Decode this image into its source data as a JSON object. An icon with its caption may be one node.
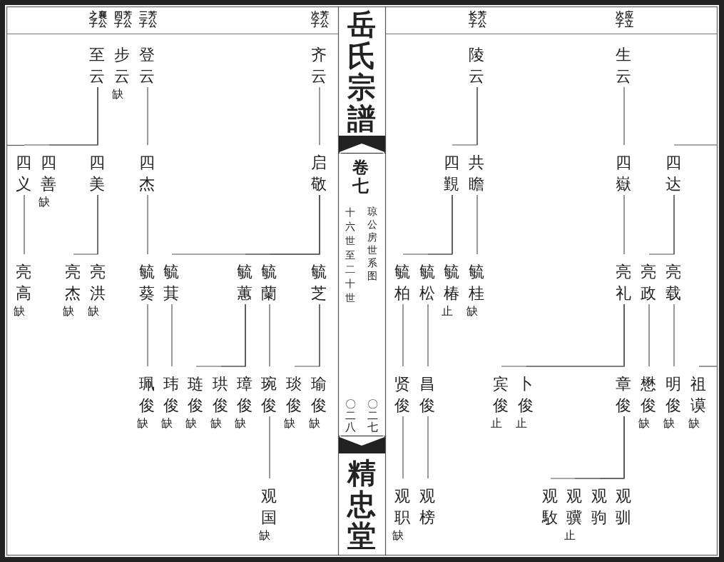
{
  "diagram": {
    "title": "岳氏宗譜",
    "nodes": [
      {
        "text": [
          "生云"
        ]
      },
      {
        "text": [
          "陵云"
        ]
      },
      {
        "text": [
          "四达"
        ]
      },
      {
        "text": [
          "四嶽"
        ]
      },
      {
        "text": [
          "共瞻"
        ]
      },
      {
        "text": [
          "四覲"
        ]
      },
      {
        "text": [
          "亮载"
        ]
      },
      {
        "text": [
          "亮政"
        ]
      },
      {
        "text": [
          "亮礼"
        ]
      },
      {
        "text": [
          "毓桂"
        ],
        "beside": [
          "缺"
        ]
      },
      {
        "text": [
          "毓椿"
        ],
        "beside": [
          "止"
        ]
      },
      {
        "text": [
          "毓松"
        ]
      },
      {
        "text": [
          "毓柏"
        ]
      },
      {
        "text": [
          "祖谟"
        ],
        "beside": [
          "缺"
        ]
      },
      {
        "text": [
          "明俊"
        ],
        "beside": [
          "缺"
        ]
      },
      {
        "text": [
          "懋俊"
        ],
        "beside": [
          "缺"
        ]
      },
      {
        "text": [
          "章俊"
        ]
      },
      {
        "text": [
          "卜俊"
        ],
        "beside": [
          "止"
        ]
      },
      {
        "text": [
          "宾俊"
        ],
        "beside": [
          "止"
        ]
      },
      {
        "text": [
          "昌俊"
        ]
      },
      {
        "text": [
          "贤俊"
        ]
      },
      {
        "text": [
          "观驯"
        ]
      },
      {
        "text": [
          "观驹"
        ]
      },
      {
        "text": [
          "观骥"
        ],
        "beside": [
          "止"
        ]
      },
      {
        "text": [
          "观駇"
        ]
      },
      {
        "text": [
          "观榜"
        ]
      },
      {
        "text": [
          "观职"
        ],
        "beside": [
          "缺"
        ]
      },
      {
        "text": [
          "齐云"
        ]
      },
      {
        "text": [
          "登云"
        ]
      },
      {
        "text": [
          "步云"
        ],
        "beside": [
          "缺"
        ]
      },
      {
        "text": [
          "至云"
        ]
      },
      {
        "text": [
          "启敬"
        ]
      },
      {
        "text": [
          "四杰"
        ]
      },
      {
        "text": [
          "四美"
        ]
      },
      {
        "text": [
          "四善"
        ],
        "beside": [
          "缺"
        ]
      },
      {
        "text": [
          "四义"
        ]
      },
      {
        "text": [
          "毓芝"
        ]
      },
      {
        "text": [
          "毓蘭"
        ]
      },
      {
        "text": [
          "毓蕙"
        ]
      },
      {
        "text": [
          "毓萁"
        ]
      },
      {
        "text": [
          "毓葵"
        ]
      },
      {
        "text": [
          "亮洪"
        ],
        "beside": [
          "缺"
        ]
      },
      {
        "text": [
          "亮杰"
        ],
        "beside": [
          "缺"
        ]
      },
      {
        "text": [
          "亮高"
        ],
        "beside": [
          "缺"
        ]
      },
      {
        "text": [
          "瑜俊"
        ],
        "beside": [
          "缺"
        ]
      },
      {
        "text": [
          "琰俊"
        ],
        "beside": [
          "缺"
        ]
      },
      {
        "text": [
          "琬俊"
        ]
      },
      {
        "text": [
          "璋俊"
        ],
        "beside": [
          "缺"
        ]
      },
      {
        "text": [
          "珙俊"
        ],
        "beside": [
          "缺"
        ]
      },
      {
        "text": [
          "琏俊"
        ],
        "beside": [
          "缺"
        ]
      },
      {
        "text": [
          "玮俊"
        ],
        "beside": [
          "缺"
        ]
      },
      {
        "text": [
          "珮俊"
        ],
        "beside": [
          "缺"
        ]
      },
      {
        "text": [
          "观国"
        ],
        "beside": [
          "缺"
        ]
      }
    ],
    "edges": [
      {
        "from": 0,
        "to": 3,
        "arrow": "none"
      },
      {
        "from": 1,
        "to": 4,
        "arrow": "none"
      },
      {
        "from": 1,
        "to": 5,
        "arrow": "none"
      },
      {
        "from": 3,
        "to": 8,
        "arrow": "none"
      },
      {
        "from": null,
        "to": 2,
        "arrow": "none"
      },
      {
        "from": 2,
        "to": 6,
        "arrow": "none"
      },
      {
        "from": 2,
        "to": 7,
        "arrow": "none"
      },
      {
        "from": 4,
        "to": 9,
        "arrow": "none"
      },
      {
        "from": 5,
        "to": 10,
        "arrow": "none"
      },
      {
        "from": 5,
        "to": 11,
        "arrow": "none"
      },
      {
        "from": 5,
        "to": 12,
        "arrow": "none"
      },
      {
        "from": 8,
        "to": 16,
        "arrow": "none"
      },
      {
        "from": 8,
        "to": 17,
        "arrow": "none"
      },
      {
        "from": 8,
        "to": 18,
        "arrow": "none"
      },
      {
        "from": 7,
        "to": 15,
        "arrow": "none"
      },
      {
        "from": 6,
        "to": 14,
        "arrow": "none"
      },
      {
        "from": null,
        "to": 13,
        "arrow": "none"
      },
      {
        "from": 12,
        "to": 20,
        "arrow": "none"
      },
      {
        "from": 11,
        "to": 19,
        "arrow": "none"
      },
      {
        "from": 16,
        "to": 21,
        "arrow": "none"
      },
      {
        "from": 16,
        "to": 22,
        "arrow": "none"
      },
      {
        "from": 16,
        "to": 23,
        "arrow": "none"
      },
      {
        "from": 16,
        "to": 24,
        "arrow": "none"
      },
      {
        "from": 20,
        "to": 26,
        "arrow": "none"
      },
      {
        "from": 19,
        "to": 25,
        "arrow": "none"
      },
      {
        "from": 27,
        "to": 31,
        "arrow": "none"
      },
      {
        "from": 28,
        "to": 32,
        "arrow": "none"
      },
      {
        "from": 30,
        "to": 33,
        "arrow": "none"
      },
      {
        "from": 30,
        "to": 34,
        "arrow": "none"
      },
      {
        "from": 30,
        "to": 35,
        "arrow": "none"
      },
      {
        "from": 31,
        "to": 36,
        "arrow": "none"
      },
      {
        "from": 31,
        "to": 37,
        "arrow": "none"
      },
      {
        "from": 31,
        "to": 38,
        "arrow": "none"
      },
      {
        "from": 31,
        "to": 39,
        "arrow": "none"
      },
      {
        "from": 32,
        "to": 40,
        "arrow": "none"
      },
      {
        "from": 33,
        "to": 41,
        "arrow": "none"
      },
      {
        "from": 33,
        "to": 42,
        "arrow": "none"
      },
      {
        "from": 35,
        "to": 43,
        "arrow": "none"
      },
      {
        "from": 36,
        "to": 44,
        "arrow": "none"
      },
      {
        "from": 36,
        "to": 45,
        "arrow": "none"
      },
      {
        "from": 37,
        "to": 46,
        "arrow": "none"
      },
      {
        "from": 38,
        "to": 47,
        "arrow": "none"
      },
      {
        "from": 38,
        "to": 48,
        "arrow": "none"
      },
      {
        "from": 38,
        "to": 49,
        "arrow": "none"
      },
      {
        "from": 39,
        "to": 50,
        "arrow": "none"
      },
      {
        "from": 40,
        "to": 51,
        "arrow": "none"
      },
      {
        "from": 46,
        "to": 52,
        "arrow": "none"
      }
    ],
    "labels": [
      "应立次子",
      "芳公长子",
      "芳公次子",
      "芳公三子",
      "芳公四子",
      "襄公之子",
      "卷七",
      "琼公房世系图",
      "十六世至二十世",
      "〇二七",
      "〇二八",
      "精忠堂"
    ]
  }
}
